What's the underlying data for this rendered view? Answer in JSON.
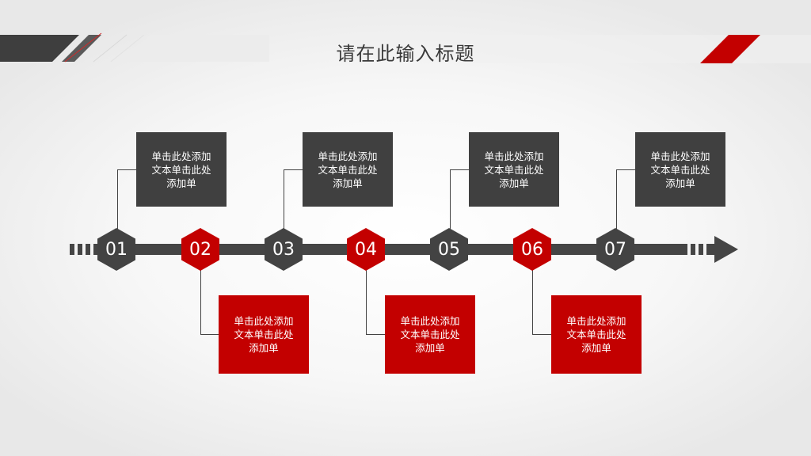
{
  "title": "请在此输入标题",
  "steps": [
    {
      "num": "01",
      "color": "dark",
      "text": "单击此处添加文本单击此处添加单"
    },
    {
      "num": "02",
      "color": "red",
      "text": "单击此处添加文本单击此处添加单"
    },
    {
      "num": "03",
      "color": "dark",
      "text": "单击此处添加文本单击此处添加单"
    },
    {
      "num": "04",
      "color": "red",
      "text": "单击此处添加文本单击此处添加单"
    },
    {
      "num": "05",
      "color": "dark",
      "text": "单击此处添加文本单击此处添加单"
    },
    {
      "num": "06",
      "color": "red",
      "text": "单击此处添加文本单击此处添加单"
    },
    {
      "num": "07",
      "color": "dark",
      "text": "单击此处添加文本单击此处添加单"
    }
  ],
  "colors": {
    "dark": "#434343",
    "red": "#c30000"
  }
}
